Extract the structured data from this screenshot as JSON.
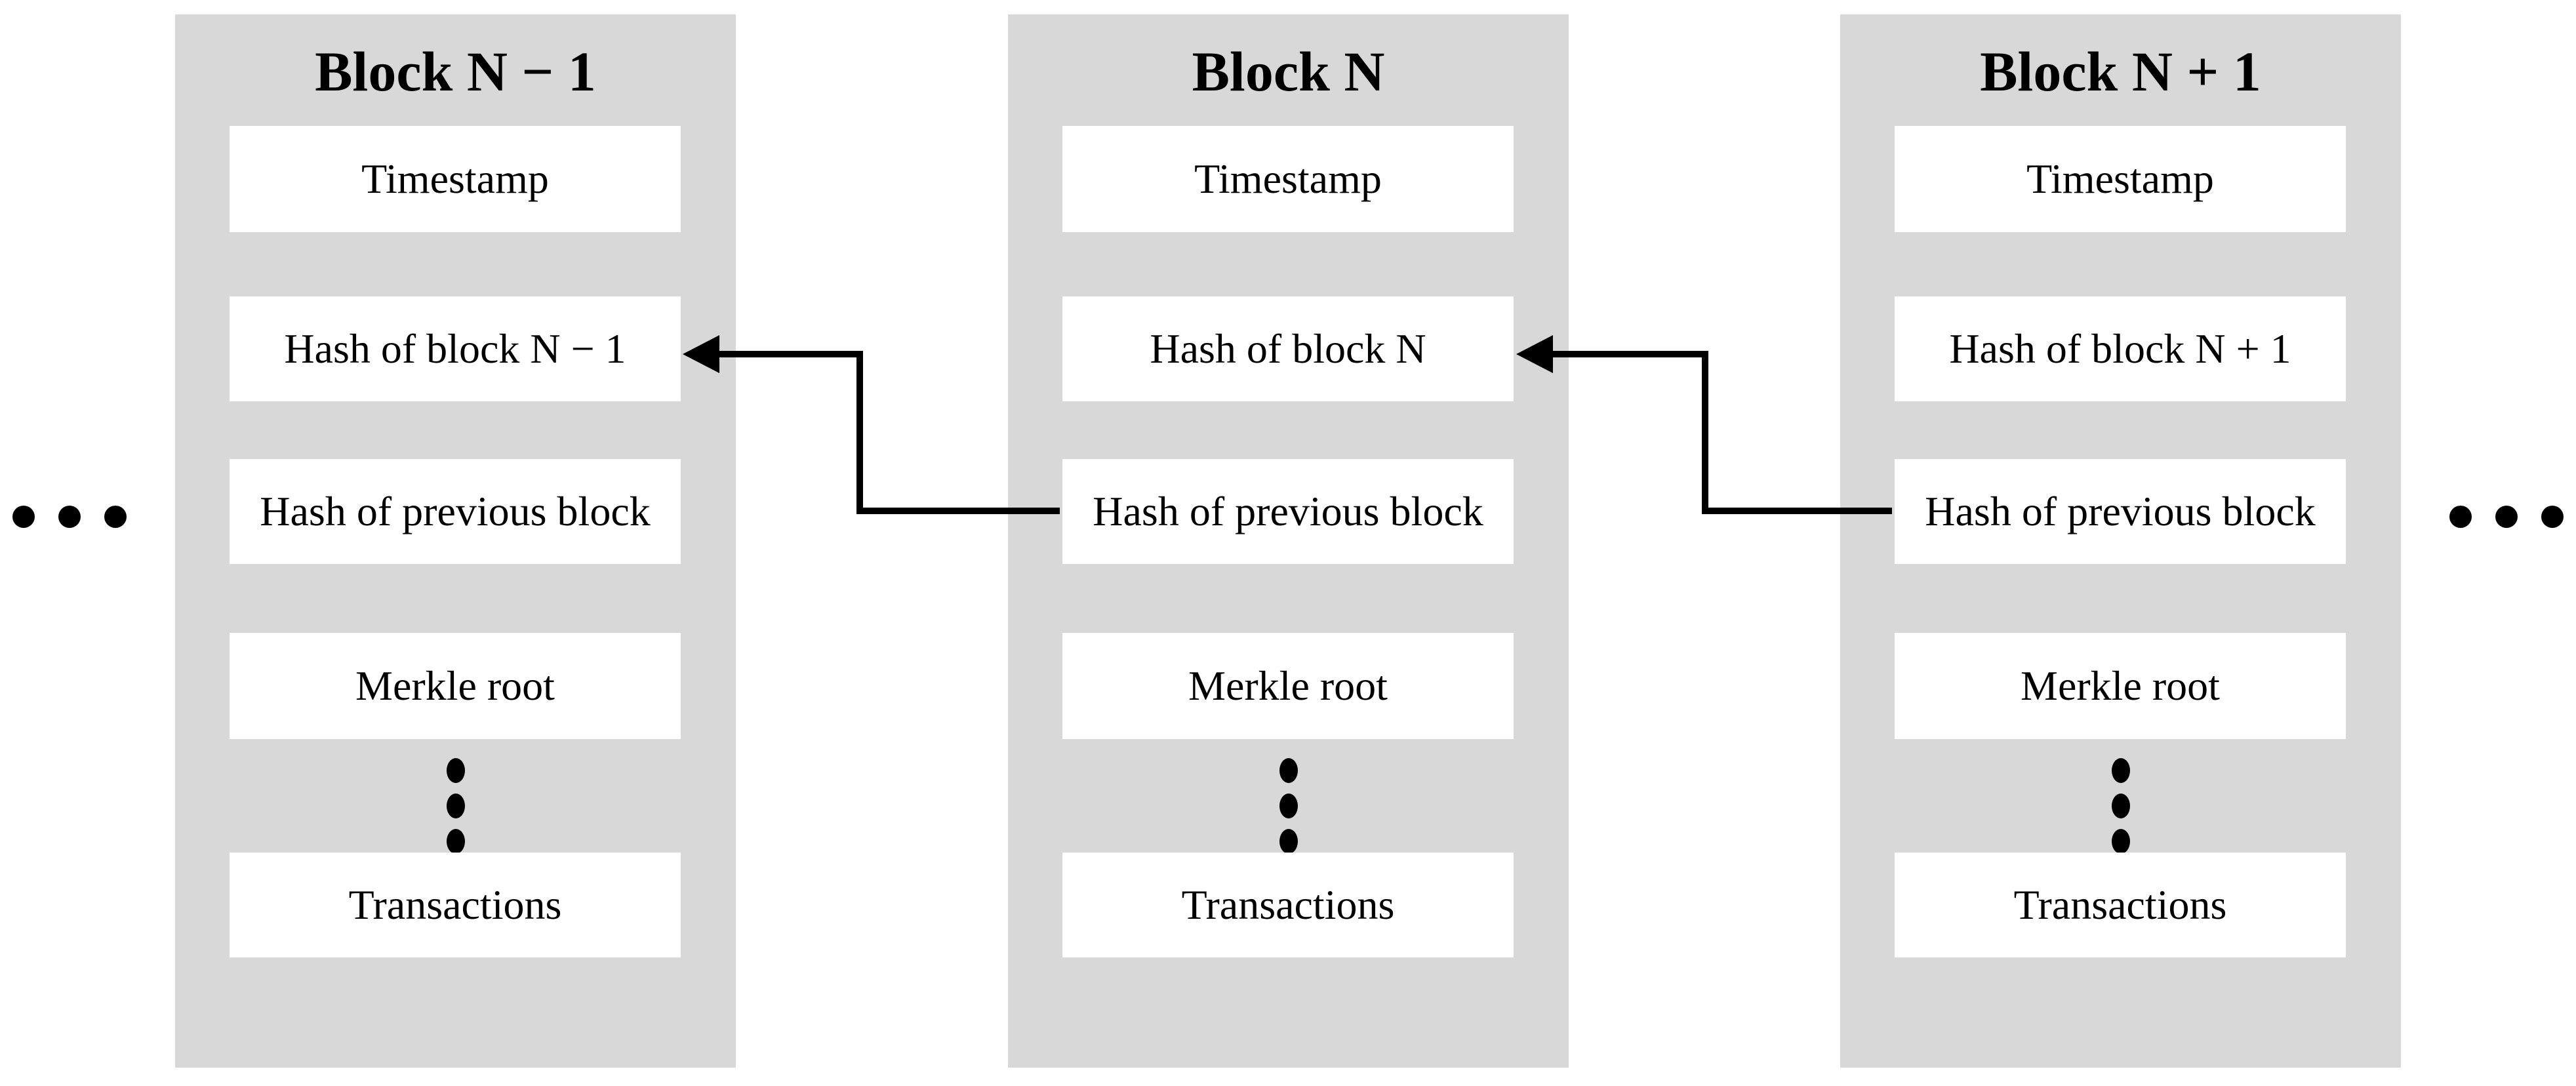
{
  "diagram": {
    "description_left_icon": "horizontal-ellipsis-icon",
    "description_right_icon": "horizontal-ellipsis-icon",
    "left_dots_count": 3,
    "right_dots_count": 3
  },
  "blocks": [
    {
      "title": "Block N − 1",
      "fields": [
        "Timestamp",
        "Hash of block N − 1",
        "Hash of previous block",
        "Merkle root",
        "Transactions"
      ],
      "more_fields_dots": 3
    },
    {
      "title": "Block N",
      "fields": [
        "Timestamp",
        "Hash of block N",
        "Hash of previous block",
        "Merkle root",
        "Transactions"
      ],
      "more_fields_dots": 3
    },
    {
      "title": "Block N + 1",
      "fields": [
        "Timestamp",
        "Hash of block N + 1",
        "Hash of previous block",
        "Merkle root",
        "Transactions"
      ],
      "more_fields_dots": 3
    }
  ],
  "arrows": [
    {
      "from": "Block N · Hash of previous block",
      "to": "Block N − 1 · Hash of block N − 1"
    },
    {
      "from": "Block N + 1 · Hash of previous block",
      "to": "Block N · Hash of block N"
    }
  ],
  "colors": {
    "page_bg": "#ffffff",
    "block_bg": "#d8d8d8",
    "field_bg": "#ffffff",
    "line": "#000000"
  }
}
